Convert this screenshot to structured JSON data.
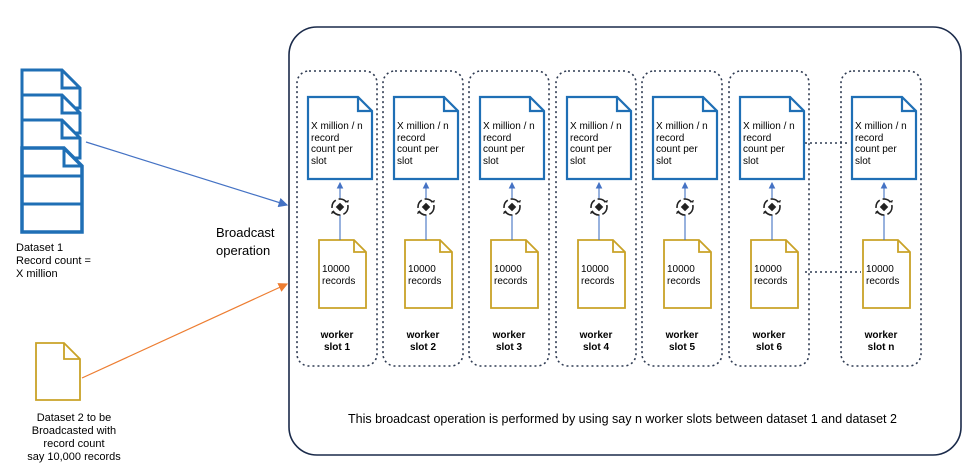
{
  "dataset1": {
    "label": "Dataset 1\nRecord count  =\nX million"
  },
  "dataset2": {
    "label": "Dataset 2 to be\nBroadcasted with\nrecord count\nsay 10,000 records"
  },
  "broadcast": {
    "label": "Broadcast\noperation"
  },
  "footer": "This broadcast operation is performed by using say n worker slots between dataset 1 and dataset 2",
  "slots": [
    {
      "doc_text": "X million / n\nrecord\ncount per\nslot",
      "records": "10000\nrecords",
      "slot": "worker\nslot 1"
    },
    {
      "doc_text": "X million / n\nrecord\ncount per\nslot",
      "records": "10000\nrecords",
      "slot": "worker\nslot 2"
    },
    {
      "doc_text": "X million / n\nrecord\ncount per\nslot",
      "records": "10000\nrecords",
      "slot": "worker\nslot 3"
    },
    {
      "doc_text": "X million / n\nrecord\ncount per\nslot",
      "records": "10000\nrecords",
      "slot": "worker\nslot 4"
    },
    {
      "doc_text": "X million / n\nrecord\ncount per\nslot",
      "records": "10000\nrecords",
      "slot": "worker\nslot 5"
    },
    {
      "doc_text": "X million / n\nrecord\ncount per\nslot",
      "records": "10000\nrecords",
      "slot": "worker\nslot 6"
    },
    {
      "doc_text": "X million / n\nrecord\ncount per\nslot",
      "records": "10000\nrecords",
      "slot": "worker\nslot n"
    }
  ],
  "colors": {
    "blue": "#1f6fb5",
    "gold": "#c9a227",
    "navy": "#1a2a4a",
    "arrow_blue": "#4472c4",
    "arrow_orange": "#ed7d31",
    "dotted": "#2f3b52"
  },
  "icons": {
    "process": "gear-cycle-icon",
    "document": "document-icon"
  }
}
